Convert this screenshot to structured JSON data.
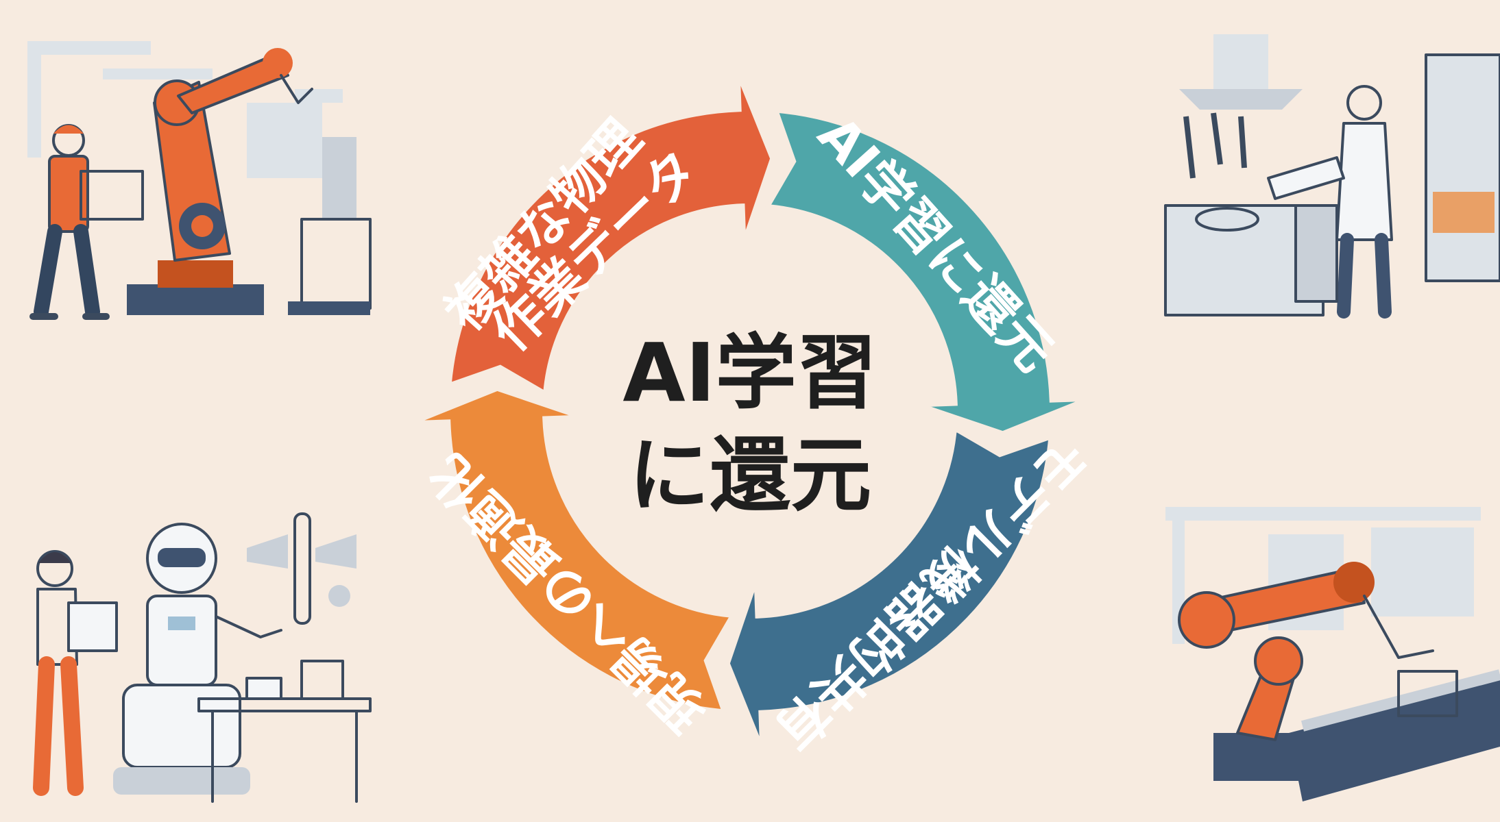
{
  "diagram": {
    "center": {
      "line1": "AI学習",
      "line2": "に還元"
    },
    "segments": [
      {
        "id": "data",
        "line1": "複雑な物理",
        "line2": "作業データ",
        "color": "#e3613a"
      },
      {
        "id": "learn",
        "line1": "AI学習に還元",
        "color": "#4fa6a9"
      },
      {
        "id": "model",
        "line1": "モデル機器的共有",
        "color": "#3e6f8e"
      },
      {
        "id": "optimize",
        "line1": "現場への最適化",
        "color": "#ec8a3a"
      }
    ]
  },
  "illustrations": [
    {
      "name": "warehouse-robot-arm-illustration"
    },
    {
      "name": "kitchen-robot-illustration"
    },
    {
      "name": "humanoid-robot-lab-illustration"
    },
    {
      "name": "conveyor-robot-arm-illustration"
    }
  ]
}
